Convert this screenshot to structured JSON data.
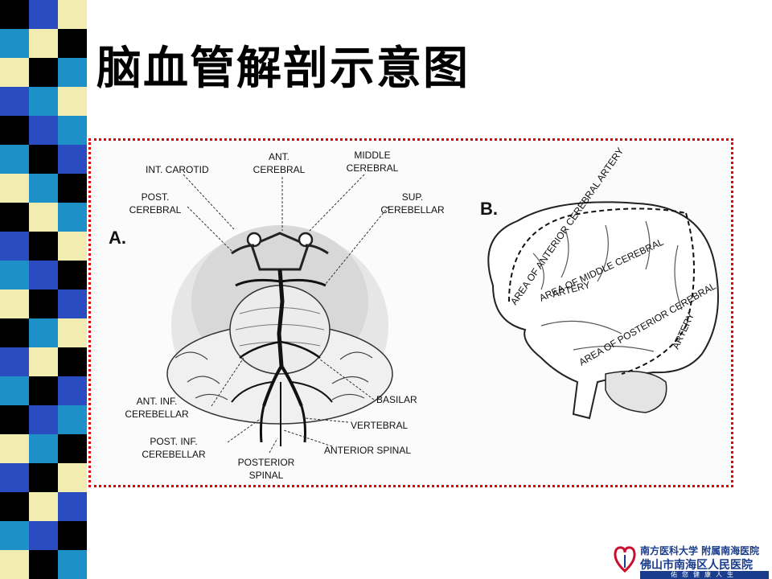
{
  "slide": {
    "title": "脑血管解剖示意图"
  },
  "figure": {
    "panel_a_letter": "A.",
    "panel_b_letter": "B.",
    "panel_a_labels": {
      "int_carotid": "INT. CAROTID",
      "ant_cerebral_1": "ANT.",
      "ant_cerebral_2": "CEREBRAL",
      "middle_cerebral_1": "MIDDLE",
      "middle_cerebral_2": "CEREBRAL",
      "post_cerebral_1": "POST.",
      "post_cerebral_2": "CEREBRAL",
      "sup_cerebellar_1": "SUP.",
      "sup_cerebellar_2": "CEREBELLAR",
      "ant_inf_cerebellar_1": "ANT. INF.",
      "ant_inf_cerebellar_2": "CEREBELLAR",
      "post_inf_cerebellar_1": "POST. INF.",
      "post_inf_cerebellar_2": "CEREBELLAR",
      "posterior_spinal_1": "POSTERIOR",
      "posterior_spinal_2": "SPINAL",
      "basilar": "BASILAR",
      "vertebral": "VERTEBRAL",
      "anterior_spinal": "ANTERIOR SPINAL"
    },
    "panel_b_labels": {
      "area_anterior_1": "AREA OF ANTERIOR CEREBRAL ARTERY",
      "area_middle_1": "AREA OF MIDDLE CEREBRAL",
      "area_middle_2": "ARTERY",
      "area_posterior_1": "AREA OF POSTERIOR CEREBRAL",
      "area_posterior_2": "ARTERY"
    }
  },
  "logo": {
    "line1": "南方医科大学 附属南海医院",
    "line2": "佛山市南海区人民医院",
    "line3": "佑您健康人生"
  },
  "colors": {
    "frame_border": "#e00000",
    "logo_blue": "#1a3c8c"
  }
}
